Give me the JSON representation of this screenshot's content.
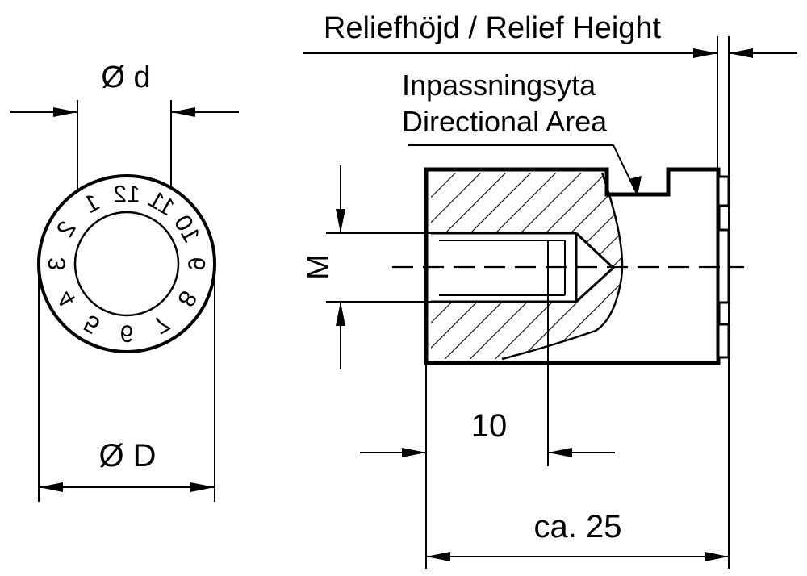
{
  "labels": {
    "diameter_small": "Ø d",
    "diameter_large": "Ø D",
    "relief_height": "Reliefhöjd / Relief Height",
    "directional_area_sv": "Inpassningsyta",
    "directional_area_en": "Directional Area",
    "thread": "M",
    "depth": "10",
    "length": "ca. 25"
  },
  "dial_numbers": [
    "1",
    "2",
    "3",
    "4",
    "5",
    "6",
    "7",
    "8",
    "9",
    "10",
    "11",
    "12"
  ],
  "colors": {
    "ink": "#000000",
    "paper": "#ffffff"
  }
}
